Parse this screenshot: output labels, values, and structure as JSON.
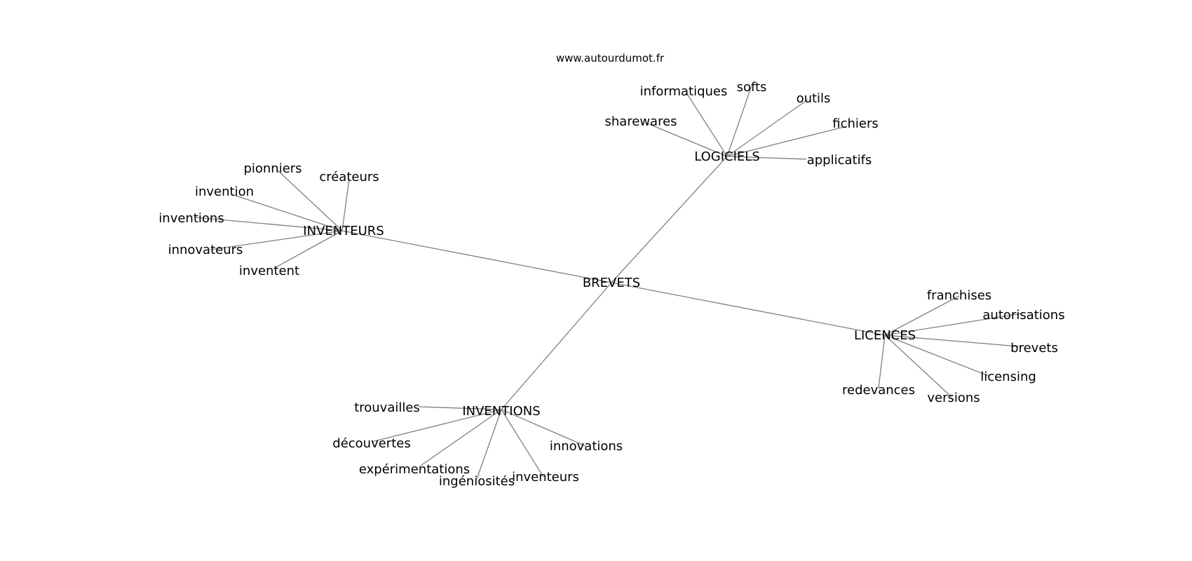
{
  "watermark": "www.autourdumot.fr",
  "edge_color": "#808080",
  "text_color": "#000000",
  "center": "BREVETS",
  "groups": [
    {
      "hub": "LOGICIELS",
      "leaves": [
        "informatiques",
        "softs",
        "outils",
        "sharewares",
        "fichiers",
        "applicatifs"
      ]
    },
    {
      "hub": "INVENTEURS",
      "leaves": [
        "pionniers",
        "créateurs",
        "invention",
        "inventions",
        "innovateurs",
        "inventent"
      ]
    },
    {
      "hub": "LICENCES",
      "leaves": [
        "franchises",
        "autorisations",
        "brevets",
        "licensing",
        "redevances",
        "versions"
      ]
    },
    {
      "hub": "INVENTIONS",
      "leaves": [
        "trouvailles",
        "découvertes",
        "innovations",
        "expérimentations",
        "ingéniosités",
        "inventeurs"
      ]
    }
  ]
}
